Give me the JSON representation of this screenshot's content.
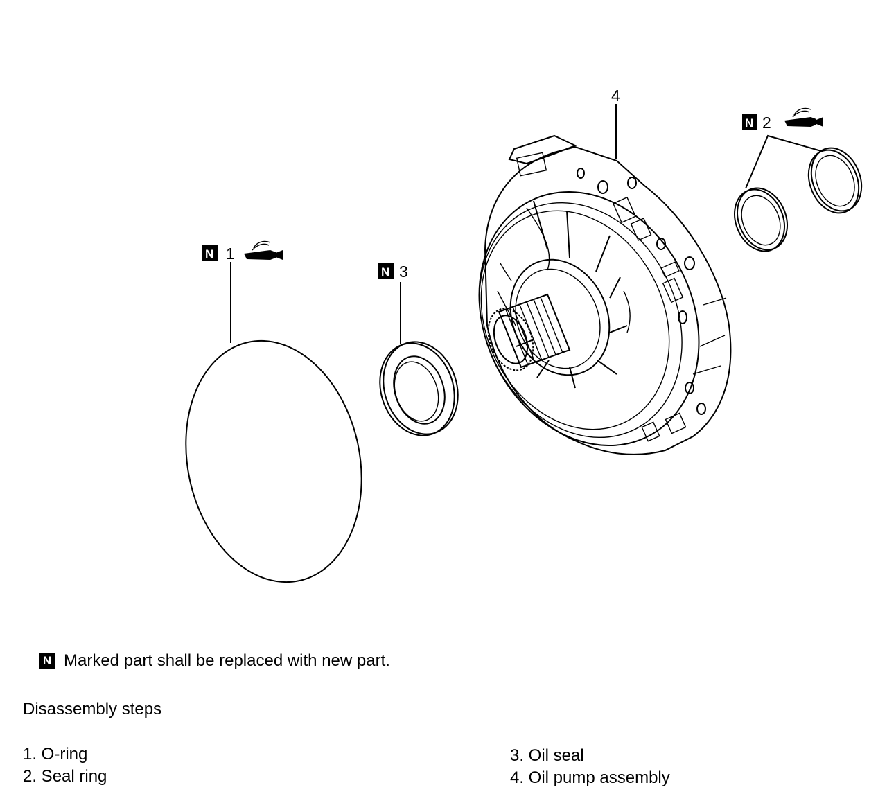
{
  "callouts": {
    "part1": "1",
    "part2": "2",
    "part3": "3",
    "part4": "4"
  },
  "new_part_badge": "N",
  "note": {
    "badge": "N",
    "text": "Marked part shall be replaced with new part."
  },
  "steps": {
    "title": "Disassembly steps",
    "items": [
      "1. O-ring",
      "2. Seal ring",
      "3. Oil seal",
      "4. Oil pump assembly"
    ]
  },
  "icons": {
    "lubricant": "grease-tube-icon",
    "new_part": "new-part-badge-icon"
  }
}
